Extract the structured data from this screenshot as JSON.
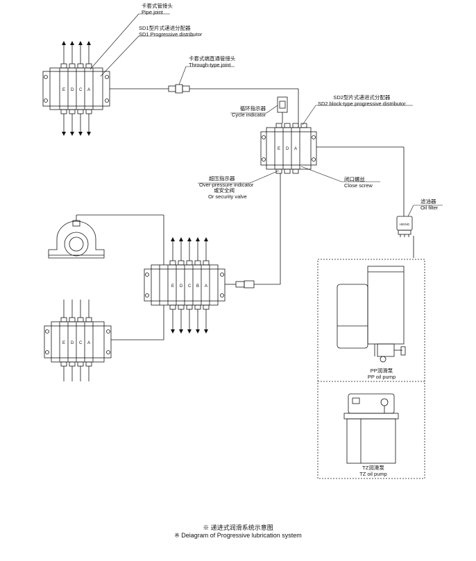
{
  "labels": {
    "pipe_joint": {
      "zh": "卡套式管接头",
      "en": "Pipe joint"
    },
    "sd1": {
      "zh": "SD1型片式递进分配器",
      "en": "SD1 Progressive distributor"
    },
    "through_joint": {
      "zh": "卡套式端直通管接头",
      "en": "Through-type joint"
    },
    "cycle_indicator": {
      "zh": "循环指示器",
      "en": "Cycle indicator"
    },
    "sd2": {
      "zh": "SD2型片式递进式分配器",
      "en": "SD2 block-type progressive distributor"
    },
    "over_pressure": {
      "zh": "超压指示器",
      "en": "Over-pressure indicator"
    },
    "security_valve": {
      "zh": "或安全阀",
      "en": "Or security valve"
    },
    "close_screw": {
      "zh": "闭口螺丝",
      "en": "Close screw"
    },
    "oil_filter": {
      "zh": "滤油器",
      "en": "Oil filter"
    },
    "pp_pump": {
      "zh": "PP润滑泵",
      "en": "PP oil pump"
    },
    "tz_pump": {
      "zh": "TZ润滑泵",
      "en": "TZ oil pump"
    },
    "filter_mark": "HEING"
  },
  "caption": {
    "zh": "※ 递进式润滑系统示意图",
    "en": "※ Deiagram of Progressive lubrication system"
  },
  "block_letters": [
    "E",
    "D",
    "C",
    "B",
    "A"
  ]
}
